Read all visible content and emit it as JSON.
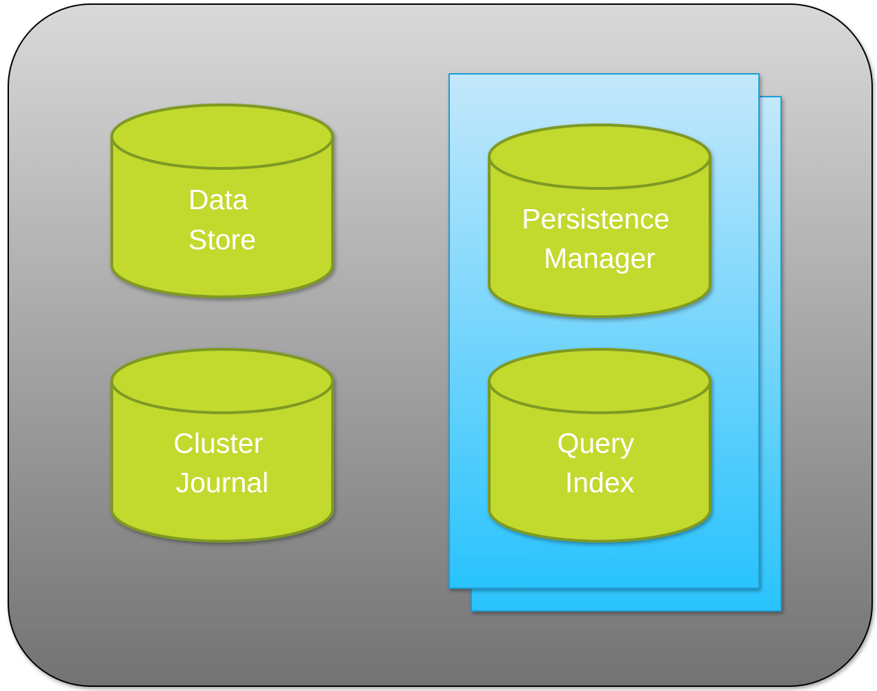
{
  "diagram": {
    "colors": {
      "container_top": "#d9d9d9",
      "container_bottom": "#727272",
      "container_border": "#000000",
      "page_top": "#c4e8fb",
      "page_bottom": "#29c3fd",
      "page_border": "#1a9fd6",
      "cylinder_fill": "#c2d92f",
      "cylinder_stroke": "#7e9a22",
      "label": "#ffffff"
    },
    "cylinders": [
      {
        "id": "data-store",
        "line1": "Data",
        "line2": "Store"
      },
      {
        "id": "cluster-journal",
        "line1": "Cluster",
        "line2": "Journal"
      },
      {
        "id": "persistence-manager",
        "line1": "Persistence",
        "line2": "Manager"
      },
      {
        "id": "query-index",
        "line1": "Query",
        "line2": "Index"
      }
    ]
  }
}
